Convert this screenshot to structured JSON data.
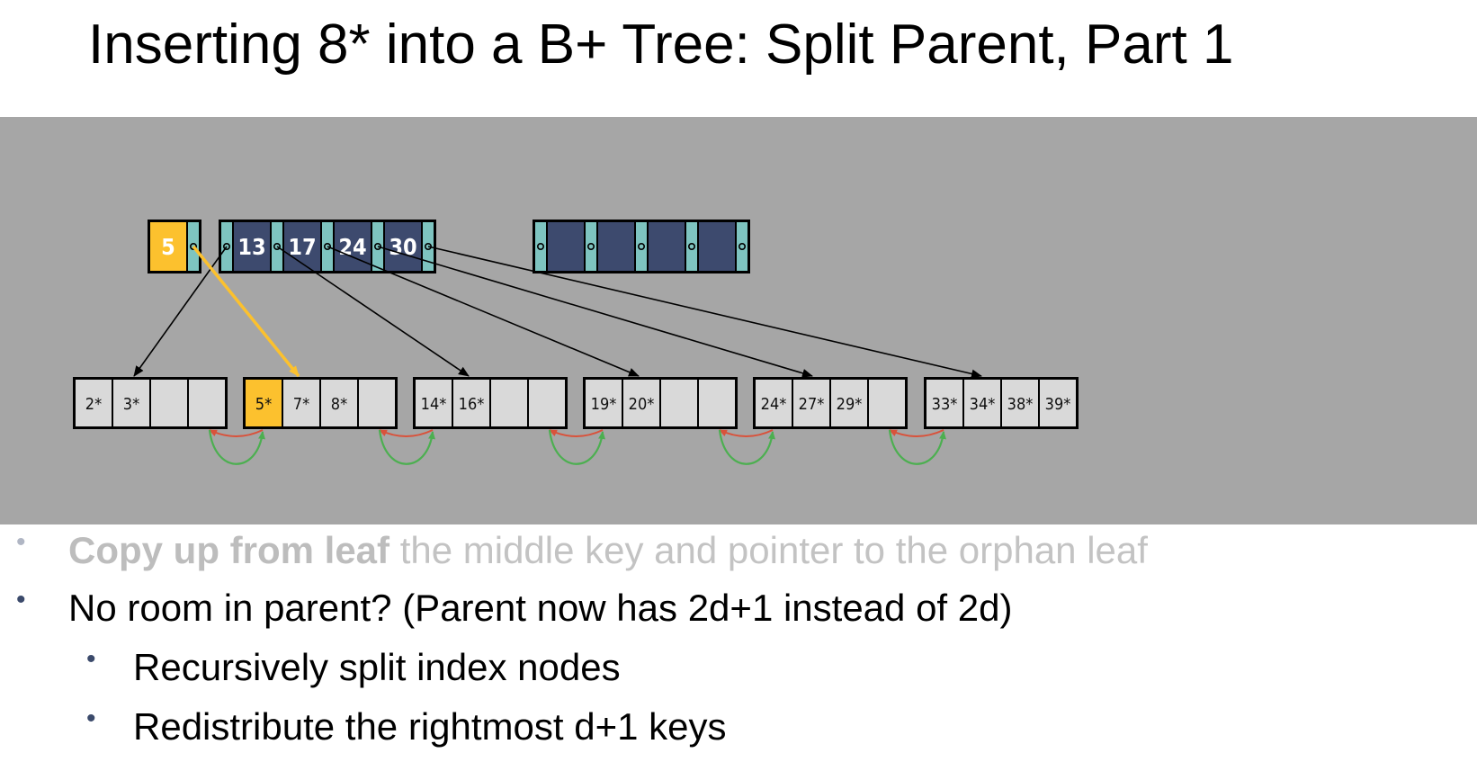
{
  "title": "Inserting 8* into a B+ Tree: Split Parent, Part 1",
  "colors": {
    "panel": "#a6a6a6",
    "index_key": "#3d4a6e",
    "pointer_slot": "#7ec4c0",
    "highlight": "#fcc12e",
    "leaf_cell": "#d9d9d9",
    "arrow": "#000000",
    "highlight_arrow": "#fcc12e",
    "prev_link": "#d9523b",
    "next_link": "#4caf50"
  },
  "diagram": {
    "orphan_node": {
      "keys": [
        "5"
      ]
    },
    "parent_node": {
      "keys": [
        "13",
        "17",
        "24",
        "30"
      ]
    },
    "new_index_node": {
      "keys": [
        "",
        "",
        "",
        ""
      ]
    },
    "leaves": [
      {
        "keys": [
          "2*",
          "3*",
          "",
          ""
        ]
      },
      {
        "keys": [
          "5*",
          "7*",
          "8*",
          ""
        ],
        "highlight": 0
      },
      {
        "keys": [
          "14*",
          "16*",
          "",
          ""
        ]
      },
      {
        "keys": [
          "19*",
          "20*",
          "",
          ""
        ]
      },
      {
        "keys": [
          "24*",
          "27*",
          "29*",
          ""
        ]
      },
      {
        "keys": [
          "33*",
          "34*",
          "38*",
          "39*"
        ]
      }
    ]
  },
  "bullets": {
    "b1_bold": "Copy up from leaf",
    "b1_rest": " the middle key and pointer to the orphan leaf",
    "b2": "No room in parent? (Parent now has 2d+1 instead of 2d)",
    "b3": "Recursively split index nodes",
    "b4": "Redistribute the rightmost d+1 keys"
  },
  "bullet_symbol": "•"
}
